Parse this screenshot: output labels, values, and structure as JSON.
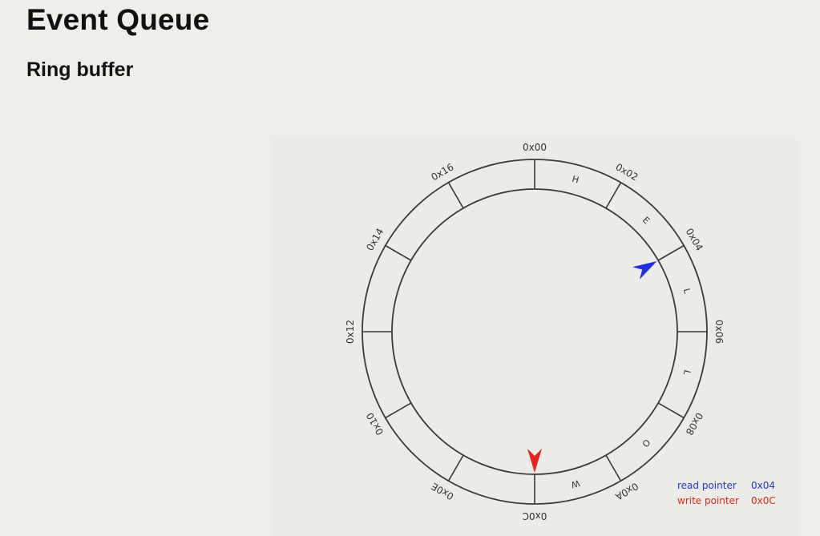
{
  "header": {
    "title": "Event Queue",
    "subtitle": "Ring buffer"
  },
  "ring": {
    "slot_count": 12,
    "address_labels": [
      "0x00",
      "0x02",
      "0x04",
      "0x06",
      "0x08",
      "0x0A",
      "0x0C",
      "0x0E",
      "0x10",
      "0x12",
      "0x14",
      "0x16"
    ],
    "slot_contents": [
      "H",
      "E",
      "L",
      "L",
      "O",
      "W",
      "",
      "",
      "",
      "",
      "",
      ""
    ]
  },
  "pointers": {
    "read": {
      "label": "read pointer",
      "value": "0x04",
      "slot_index": 2,
      "color": "#1f2ee0"
    },
    "write": {
      "label": "write pointer",
      "value": "0x0C",
      "slot_index": 6,
      "color": "#e8251a"
    }
  },
  "colors": {
    "ring_stroke": "#3a3a3a",
    "text": "#333333"
  }
}
